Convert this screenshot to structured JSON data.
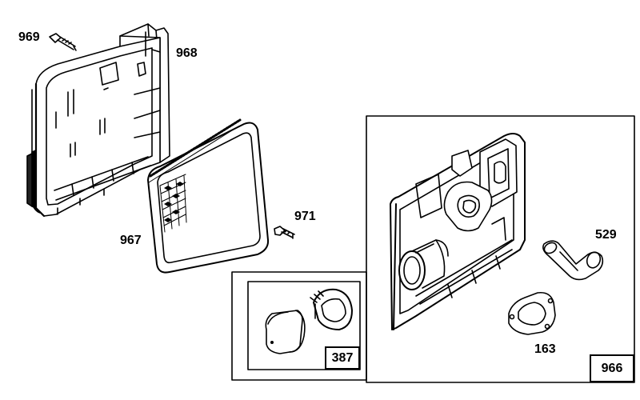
{
  "diagram": {
    "parts": {
      "screw_969": "969",
      "cover_968": "968",
      "filter_967": "967",
      "screw_971": "971",
      "elbow_529": "529",
      "gasket_163": "163"
    },
    "kits": {
      "precleaner_kit": "387",
      "base_kit": "966"
    }
  }
}
